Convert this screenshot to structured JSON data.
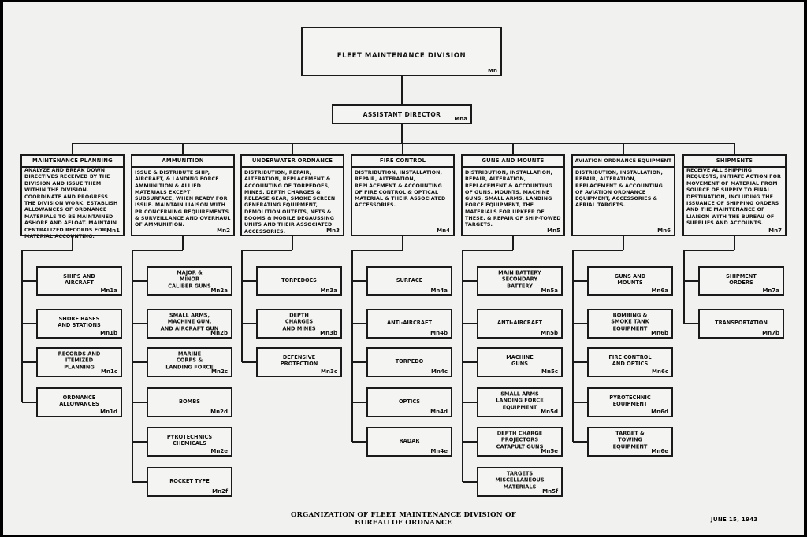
{
  "chart": {
    "top": {
      "title": "FLEET MAINTENANCE DIVISION",
      "code": "Mn"
    },
    "assistant": {
      "title": "ASSISTANT DIRECTOR",
      "code": "Mna"
    },
    "branches": [
      {
        "title": "MAINTENANCE PLANNING",
        "description": "ANALYZE AND BREAK DOWN DIRECTIVES RECEIVED BY THE DIVISION AND ISSUE THEM WITHIN THE DIVISION. COORDINATE AND PROGRESS THE DIVISION WORK. ESTABLISH ALLOWANCES OF ORDNANCE MATERIALS TO BE MAINTAINED ASHORE AND AFLOAT. MAINTAIN CENTRALIZED RECORDS FOR MATERIAL ACCOUNTING.",
        "code": "Mn1",
        "subs": [
          {
            "label": "SHIPS AND\nAIRCRAFT",
            "code": "Mn1a"
          },
          {
            "label": "SHORE BASES\nAND STATIONS",
            "code": "Mn1b"
          },
          {
            "label": "RECORDS AND\nITEMIZED\nPLANNING",
            "code": "Mn1c"
          },
          {
            "label": "ORDNANCE\nALLOWANCES",
            "code": "Mn1d"
          }
        ]
      },
      {
        "title": "AMMUNITION",
        "description": "ISSUE & DISTRIBUTE SHIP, AIRCRAFT, & LANDING FORCE AMMUNITION & ALLIED MATERIALS EXCEPT SUBSURFACE, WHEN READY FOR ISSUE. MAINTAIN LIAISON WITH PR CONCERNING REQUIREMENTS & SURVEILLANCE AND OVERHAUL OF AMMUNITION.",
        "code": "Mn2",
        "subs": [
          {
            "label": "MAJOR &\nMINOR\nCALIBER GUNS",
            "code": "Mn2a"
          },
          {
            "label": "SMALL ARMS,\nMACHINE GUN,\nAND AIRCRAFT GUN",
            "code": "Mn2b"
          },
          {
            "label": "MARINE\nCORPS &\nLANDING FORCE",
            "code": "Mn2c"
          },
          {
            "label": "BOMBS",
            "code": "Mn2d"
          },
          {
            "label": "PYROTECHNICS\nCHEMICALS",
            "code": "Mn2e"
          },
          {
            "label": "ROCKET TYPE",
            "code": "Mn2f"
          }
        ]
      },
      {
        "title": "UNDERWATER ORDNANCE",
        "description": "DISTRIBUTION, REPAIR, ALTERATION, REPLACEMENT & ACCOUNTING OF TORPEDOES, MINES, DEPTH CHARGES & RELEASE GEAR, SMOKE SCREEN GENERATING EQUIPMENT, DEMOLITION OUTFITS, NETS & BOOMS & MOBILE DEGAUSSING UNITS AND THEIR ASSOCIATED ACCESSORIES.",
        "code": "Mn3",
        "subs": [
          {
            "label": "TORPEDOES",
            "code": "Mn3a"
          },
          {
            "label": "DEPTH\nCHARGES\nAND MINES",
            "code": "Mn3b"
          },
          {
            "label": "DEFENSIVE\nPROTECTION",
            "code": "Mn3c"
          }
        ]
      },
      {
        "title": "FIRE CONTROL",
        "description": "DISTRIBUTION, INSTALLATION, REPAIR, ALTERATION, REPLACEMENT & ACCOUNTING OF FIRE CONTROL & OPTICAL MATERIAL & THEIR ASSOCIATED ACCESSORIES.",
        "code": "Mn4",
        "subs": [
          {
            "label": "SURFACE",
            "code": "Mn4a"
          },
          {
            "label": "ANTI-AIRCRAFT",
            "code": "Mn4b"
          },
          {
            "label": "TORPEDO",
            "code": "Mn4c"
          },
          {
            "label": "OPTICS",
            "code": "Mn4d"
          },
          {
            "label": "RADAR",
            "code": "Mn4e"
          }
        ]
      },
      {
        "title": "GUNS AND MOUNTS",
        "description": "DISTRIBUTION, INSTALLATION, REPAIR, ALTERATION, REPLACEMENT & ACCOUNTING OF GUNS, MOUNTS, MACHINE GUNS, SMALL ARMS, LANDING FORCE EQUIPMENT, THE MATERIALS FOR UPKEEP OF THESE, & REPAIR OF SHIP-TOWED TARGETS.",
        "code": "Mn5",
        "subs": [
          {
            "label": "MAIN BATTERY\nSECONDARY\nBATTERY",
            "code": "Mn5a"
          },
          {
            "label": "ANTI-AIRCRAFT",
            "code": "Mn5b"
          },
          {
            "label": "MACHINE\nGUNS",
            "code": "Mn5c"
          },
          {
            "label": "SMALL ARMS\nLANDING FORCE\nEQUIPMENT",
            "code": "Mn5d"
          },
          {
            "label": "DEPTH CHARGE\nPROJECTORS\nCATAPULT GUNS",
            "code": "Mn5e"
          },
          {
            "label": "TARGETS\nMISCELLANEOUS\nMATERIALS",
            "code": "Mn5f"
          }
        ]
      },
      {
        "title": "AVIATION ORDNANCE EQUIPMENT",
        "description": "DISTRIBUTION, INSTALLATION, REPAIR, ALTERATION, REPLACEMENT & ACCOUNTING OF AVIATION ORDNANCE EQUIPMENT, ACCESSORIES & AERIAL TARGETS.",
        "code": "Mn6",
        "subs": [
          {
            "label": "GUNS AND\nMOUNTS",
            "code": "Mn6a"
          },
          {
            "label": "BOMBING &\nSMOKE TANK\nEQUIPMENT",
            "code": "Mn6b"
          },
          {
            "label": "FIRE CONTROL\nAND OPTICS",
            "code": "Mn6c"
          },
          {
            "label": "PYROTECHNIC\nEQUIPMENT",
            "code": "Mn6d"
          },
          {
            "label": "TARGET &\nTOWING\nEQUIPMENT",
            "code": "Mn6e"
          }
        ]
      },
      {
        "title": "SHIPMENTS",
        "description": "RECEIVE ALL SHIPPING REQUESTS, INITIATE ACTION FOR MOVEMENT OF MATERIAL FROM SOURCE OF SUPPLY TO FINAL DESTINATION, INCLUDING THE ISSUANCE OF SHIPPING ORDERS AND THE MAINTENANCE OF LIAISON WITH THE BUREAU OF SUPPLIES AND ACCOUNTS.",
        "code": "Mn7",
        "subs": [
          {
            "label": "SHIPMENT\nORDERS",
            "code": "Mn7a"
          },
          {
            "label": "TRANSPORTATION",
            "code": "Mn7b"
          }
        ]
      }
    ]
  },
  "caption": {
    "line1": "ORGANIZATION OF FLEET MAINTENANCE DIVISION OF",
    "line2": "BUREAU OF ORDNANCE",
    "date": "JUNE 15, 1943"
  }
}
